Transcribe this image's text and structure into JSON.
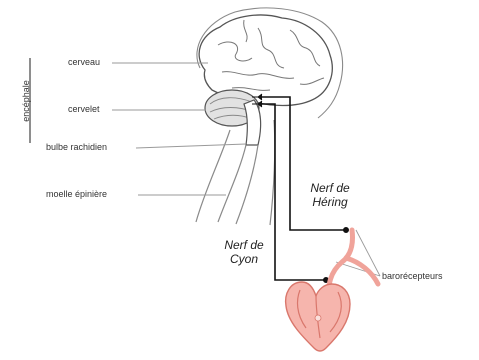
{
  "labels": {
    "encephale": "encéphale",
    "cerveau": "cerveau",
    "cervelet": "cervelet",
    "bulbe": "bulbe rachidien",
    "moelle": "moelle épinière",
    "barorecepteurs": "barorécepteurs"
  },
  "nerves": {
    "hering_line1": "Nerf de",
    "hering_line2": "Héring",
    "cyon_line1": "Nerf de",
    "cyon_line2": "Cyon"
  },
  "colors": {
    "outline": "#555555",
    "leader": "#9a9a9a",
    "nerve": "#111111",
    "heart": "#f0a39a",
    "heart_stroke": "#d9776c"
  }
}
